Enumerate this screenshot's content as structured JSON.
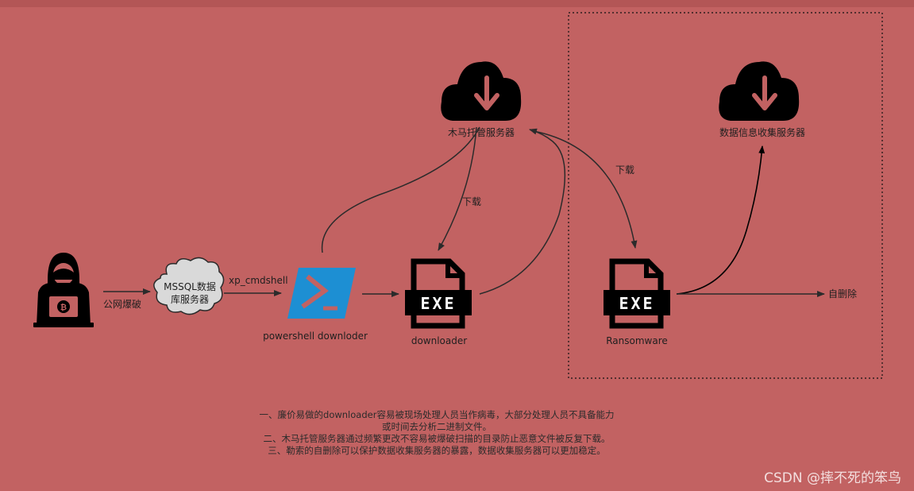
{
  "labels": {
    "attack": "公网爆破",
    "mssql_line1": "MSSQL数据",
    "mssql_line2": "库服务器",
    "xp_cmdshell": "xp_cmdshell",
    "powershell": "powershell downloder",
    "downloader": "downloader",
    "exe_badge": "EXE",
    "trojan_server": "木马托管服务器",
    "download": "下载",
    "ransomware": "Ransomware",
    "data_server": "数据信息收集服务器",
    "self_delete": "自删除"
  },
  "notes": [
    "一、廉价易做的downloader容易被现场处理人员当作病毒，大部分处理人员不具备能力",
    "或时间去分析二进制文件。",
    "二、木马托管服务器通过频繁更改不容易被爆破扫描的目录防止恶意文件被反复下载。",
    "三、勒索的自删除可以保护数据收集服务器的暴露，数据收集服务器可以更加稳定。"
  ],
  "watermark": "CSDN @摔不死的笨鸟",
  "colors": {
    "background": "#c26262",
    "powershell_blue": "#1d8fd3",
    "accent_arrow": "#c26262"
  }
}
